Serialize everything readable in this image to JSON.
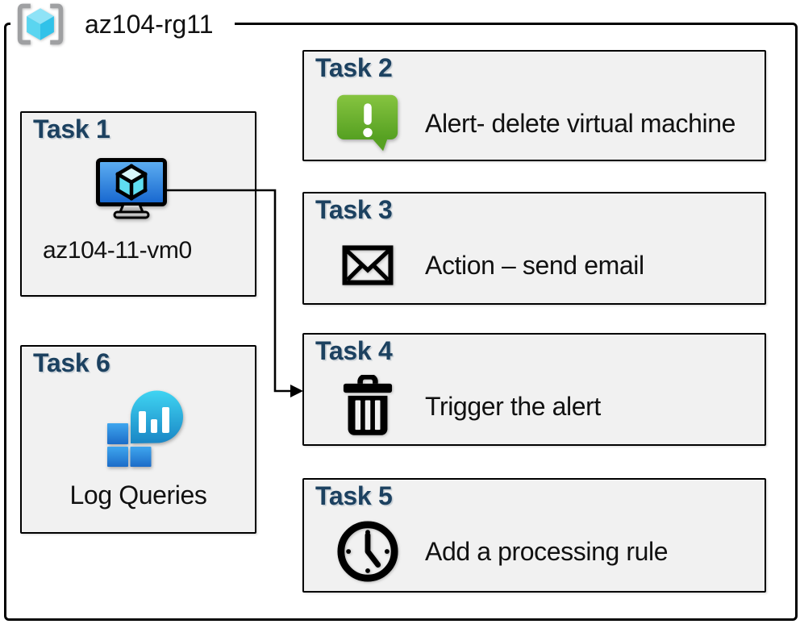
{
  "title": "az104-rg11",
  "tasks": [
    {
      "title": "Task 1",
      "label": "az104-11-vm0",
      "icon": "virtual-machine-icon"
    },
    {
      "title": "Task 2",
      "label": "Alert- delete virtual machine",
      "icon": "alert-message-icon"
    },
    {
      "title": "Task 3",
      "label": "Action – send email",
      "icon": "email-envelope-icon"
    },
    {
      "title": "Task 4",
      "label": "Trigger the alert",
      "icon": "trash-delete-icon"
    },
    {
      "title": "Task 5",
      "label": "Add a processing rule",
      "icon": "clock-schedule-icon"
    },
    {
      "title": "Task 6",
      "label": "Log Queries",
      "icon": "log-analytics-icon"
    }
  ],
  "connector": {
    "from": "Task 1",
    "to": "Task 4"
  },
  "colors": {
    "task_title_blue": "#1C4160",
    "box_fill": "#F1F1F1",
    "box_border": "#000000",
    "alert_green_top": "#86C440",
    "alert_green_bottom": "#55A021",
    "vm_screen_blue_top": "#5FB0F2",
    "vm_screen_blue_bottom": "#1565CE",
    "log_bubble_top": "#3FD4F2",
    "log_bubble_bottom": "#1A86C5",
    "log_square_top": "#3FA6EE",
    "log_square_bottom": "#1C6CC8",
    "rg_cube_cyan": "#5AD5F0",
    "bracket_gray": "#9FA0A2"
  }
}
